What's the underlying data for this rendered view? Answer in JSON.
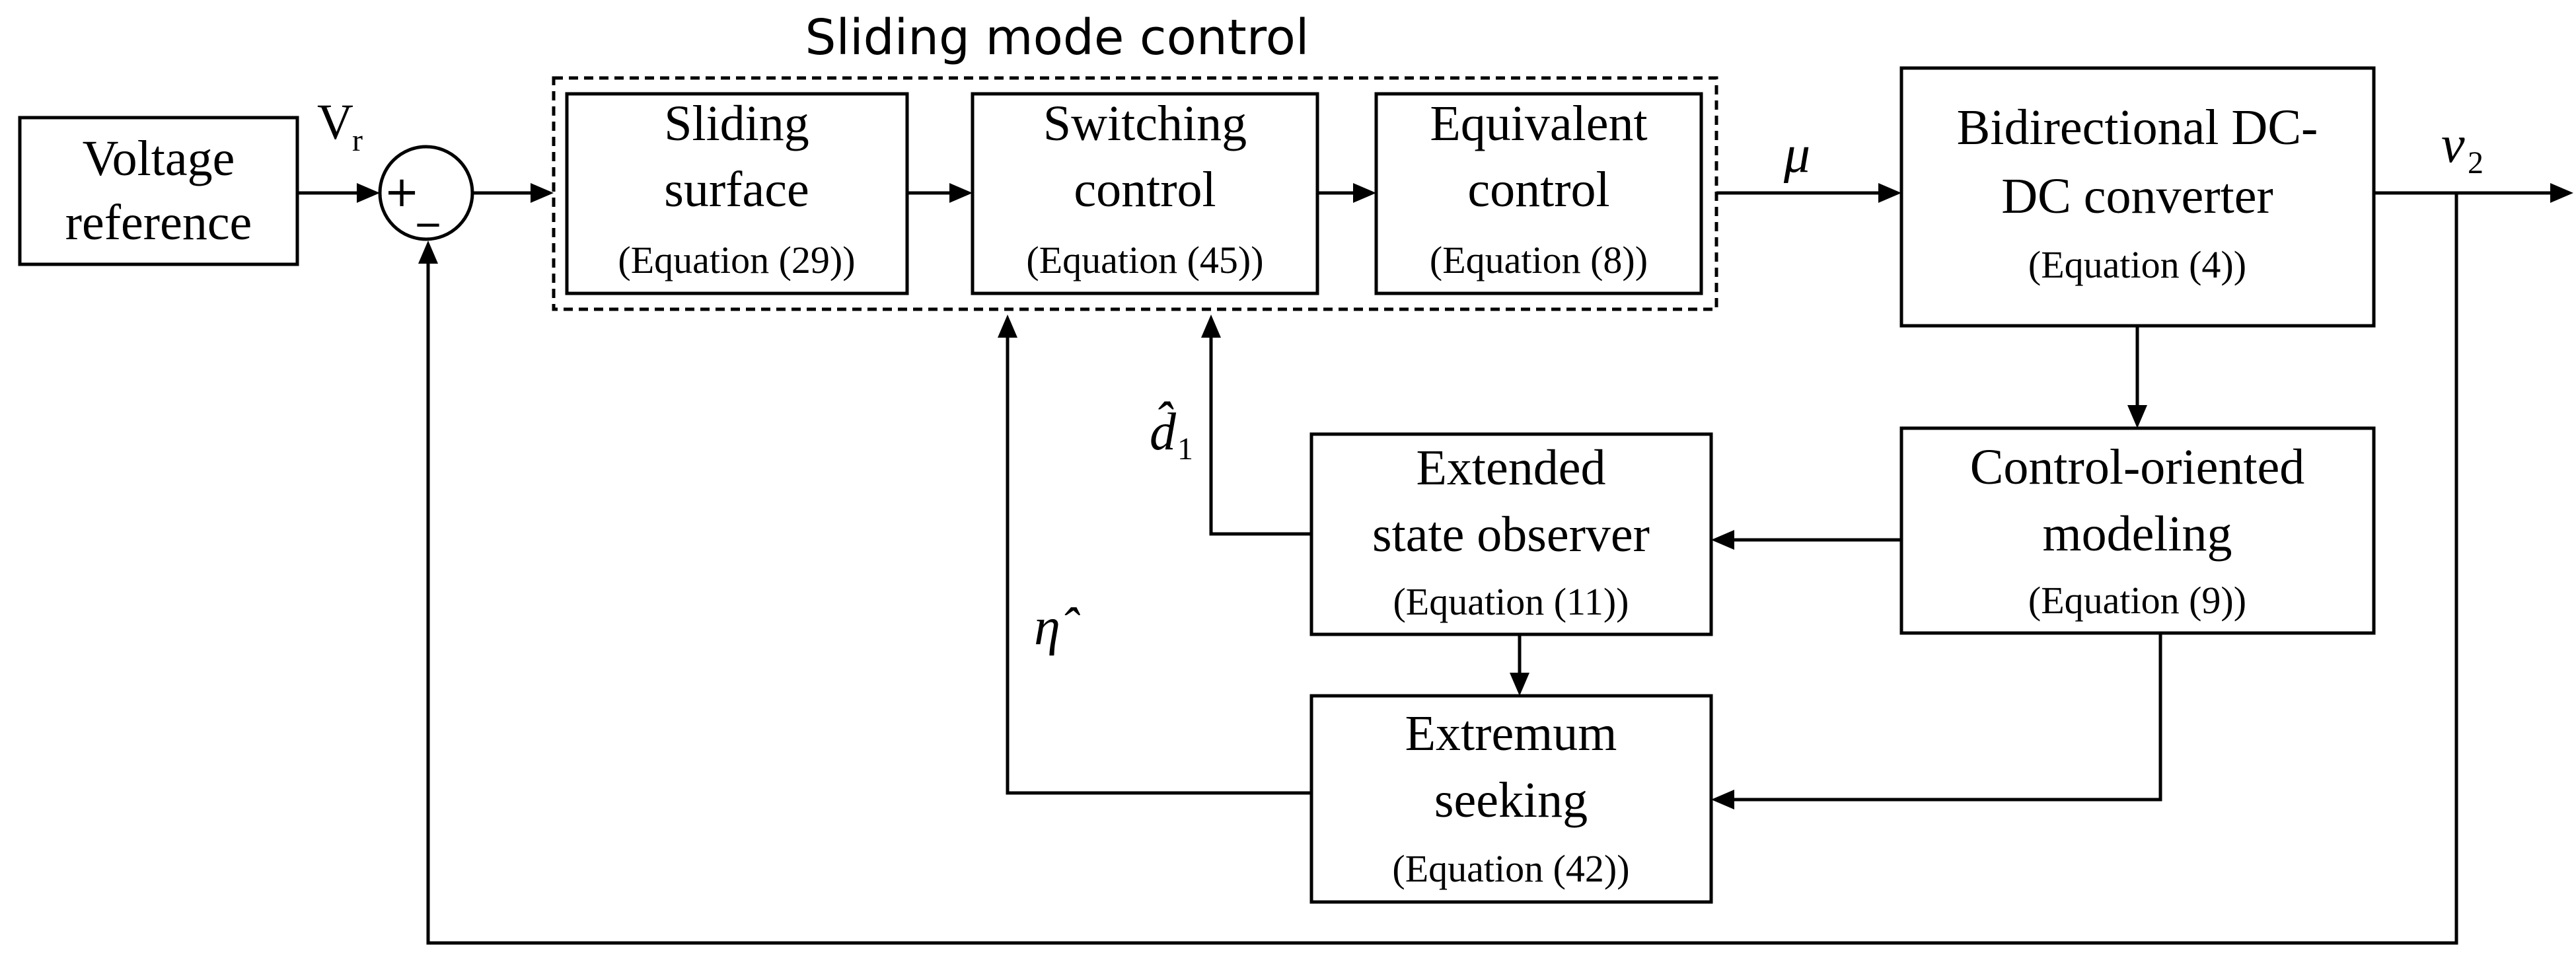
{
  "group_title": "Sliding mode control",
  "blocks": {
    "voltage_reference": {
      "line1": "Voltage",
      "line2": "reference"
    },
    "sliding_surface": {
      "line1": "Sliding",
      "line2": "surface",
      "equation": "(Equation (29))"
    },
    "switching_control": {
      "line1": "Switching",
      "line2": "control",
      "equation": "(Equation (45))"
    },
    "equivalent_control": {
      "line1": "Equivalent",
      "line2": "control",
      "equation": "(Equation (8))"
    },
    "converter": {
      "line1": "Bidirectional DC-",
      "line2": "DC converter",
      "equation": "(Equation (4))"
    },
    "control_modeling": {
      "line1": "Control-oriented",
      "line2": "modeling",
      "equation": "(Equation (9))"
    },
    "observer": {
      "line1": "Extended",
      "line2": "state observer",
      "equation": "(Equation (11))"
    },
    "extremum": {
      "line1": "Extremum",
      "line2": "seeking",
      "equation": "(Equation (42))"
    }
  },
  "summing_junction": {
    "plus": "+",
    "minus": "_"
  },
  "signals": {
    "vr": {
      "base": "V",
      "sub": "r"
    },
    "mu": "μ",
    "v2": {
      "base": "v",
      "sub": "2"
    },
    "d1_hat": {
      "base": "d̂",
      "sub": "1"
    },
    "eta_hat": "η̂"
  }
}
